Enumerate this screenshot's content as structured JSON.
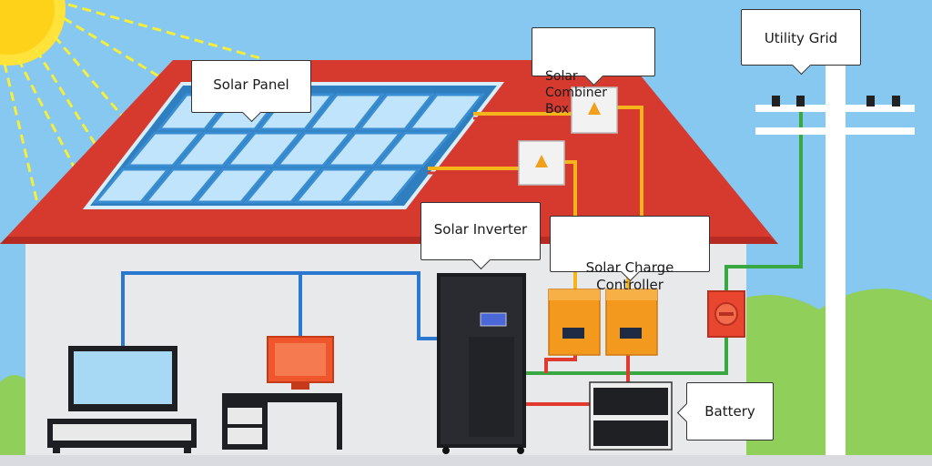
{
  "labels": {
    "solar_panel": "Solar Panel",
    "combiner_box": "Solar Combiner\nBox",
    "utility_grid": "Utility Grid",
    "solar_inverter": "Solar Inverter",
    "charge_controller": "Solar Charge\nController",
    "battery": "Battery"
  },
  "colors": {
    "sky": "#7fc4ee",
    "roof": "#d23a2e",
    "wall": "#e9eaec",
    "panel_blue": "#4a9fd8",
    "dc_wire": "#f5b41a",
    "ac_wire_blue": "#2a78d0",
    "ac_wire_green": "#3aa842",
    "battery_wire": "#e03b2e",
    "controller_orange": "#f39a1e",
    "sun": "#ffe033"
  }
}
